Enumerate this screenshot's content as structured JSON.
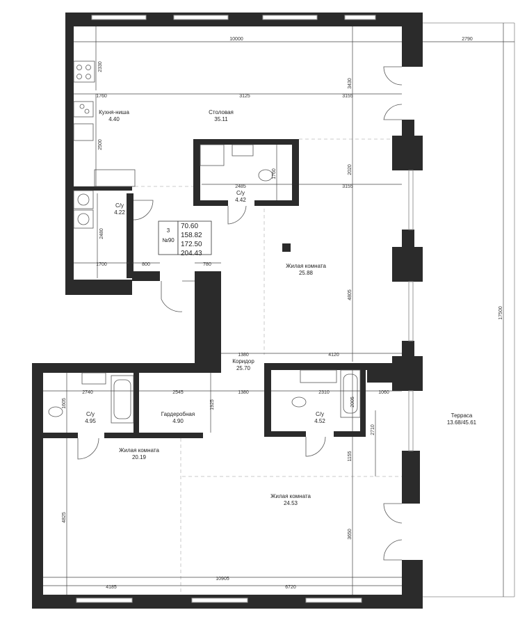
{
  "rooms": {
    "kitchen": {
      "name": "Кухня-ниша",
      "area": "4.40"
    },
    "dining": {
      "name": "Столовая",
      "area": "35.11"
    },
    "bath_top_left": {
      "name": "С/у",
      "area": "4.22"
    },
    "bath_center": {
      "name": "С/у",
      "area": "4.42"
    },
    "living_center": {
      "name": "Жилая комната",
      "area": "25.88"
    },
    "corridor": {
      "name": "Коридор",
      "area": "25.70"
    },
    "bath_lower_left": {
      "name": "С/у",
      "area": "4.95"
    },
    "wardrobe": {
      "name": "Гардеробная",
      "area": "4.90"
    },
    "bath_lower_right": {
      "name": "С/у",
      "area": "4.52"
    },
    "living_lower_left": {
      "name": "Жилая комната",
      "area": "20.19"
    },
    "living_lower_right": {
      "name": "Жилая комната",
      "area": "24.53"
    },
    "terrace": {
      "name": "Терраса",
      "area": "13.68/45.61"
    }
  },
  "apartment": {
    "rooms_count": "3",
    "number": "№90",
    "areas": [
      "70.60",
      "158.82",
      "172.50",
      "204.43"
    ]
  },
  "dimensions": {
    "top_width": "10000",
    "terrace_width": "2790",
    "kitchen_h": "2330",
    "kitchen_w": "1760",
    "dining_w": "3125",
    "right_w": "3155",
    "right_h": "3430",
    "kitchen_niche_h": "2500",
    "bath_c_h": "1760",
    "bath_c_w": "2485",
    "v_2020": "2020",
    "right_w2": "3155",
    "bath_tl_h": "2480",
    "bath_tl_w": "1700",
    "door_800": "800",
    "door_780": "780",
    "living_h": "4805",
    "terrace_h": "17500",
    "corr_1380": "1380",
    "corr_4120": "4120",
    "bath_ll_w": "2740",
    "w_2545": "2545",
    "corr_1380b": "1380",
    "bath_lr_w": "2310",
    "w_1060": "1060",
    "bath_ll_h": "1605",
    "wardrobe_h": "1925",
    "bath_lr_h": "2005",
    "v_2710": "2710",
    "v_1155": "1155",
    "living_ll_h": "4825",
    "v_3650": "3650",
    "bottom_total": "10905",
    "bottom_left": "4185",
    "bottom_right": "6720"
  }
}
